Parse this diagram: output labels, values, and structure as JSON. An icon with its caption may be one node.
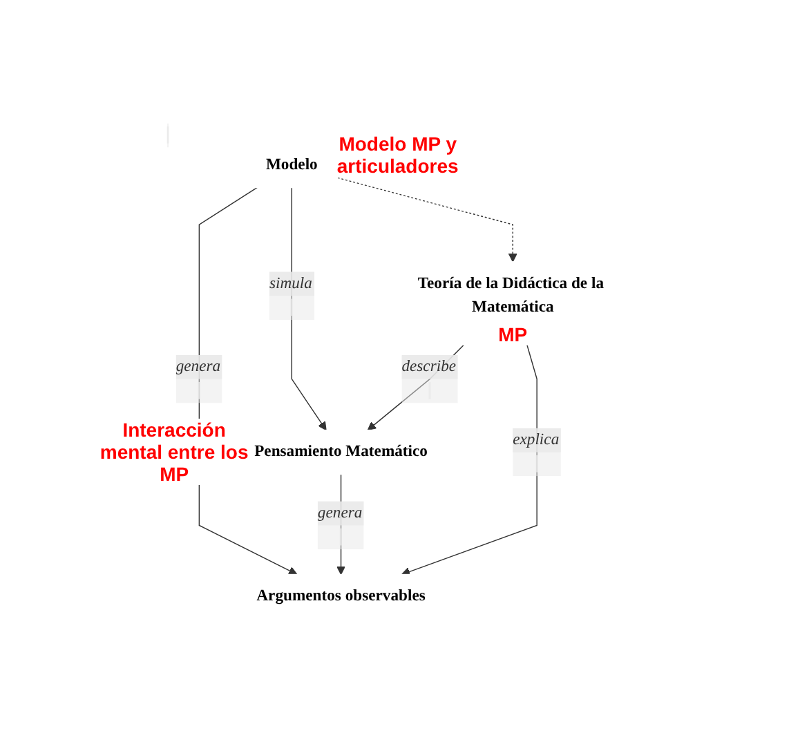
{
  "diagram": {
    "nodes": [
      {
        "text": [
          "Modelo"
        ],
        "beside": [
          "Modelo MP y articuladores"
        ]
      },
      {
        "text": [
          "Pensamiento Matemático"
        ],
        "beside": [
          "Interacción mental entre los MP"
        ]
      },
      {
        "text": [
          "Argumentos observables"
        ]
      },
      {
        "text": [
          "Teoría de la Didáctica de la Matemática"
        ],
        "beside": [
          "MP"
        ]
      }
    ],
    "edges": [
      {
        "from": 0,
        "to": 1,
        "arrow": "to",
        "label": "simula"
      },
      {
        "from": 0,
        "to": 2,
        "arrow": "to",
        "label": "genera"
      },
      {
        "from": 1,
        "to": 2,
        "arrow": "to",
        "label": "genera"
      },
      {
        "from": 0,
        "to": 3,
        "arrow": "to",
        "style": "dashed"
      },
      {
        "from": 3,
        "to": 1,
        "arrow": "to",
        "label": "describe"
      },
      {
        "from": 3,
        "to": 2,
        "arrow": "to",
        "label": "explica"
      }
    ]
  }
}
